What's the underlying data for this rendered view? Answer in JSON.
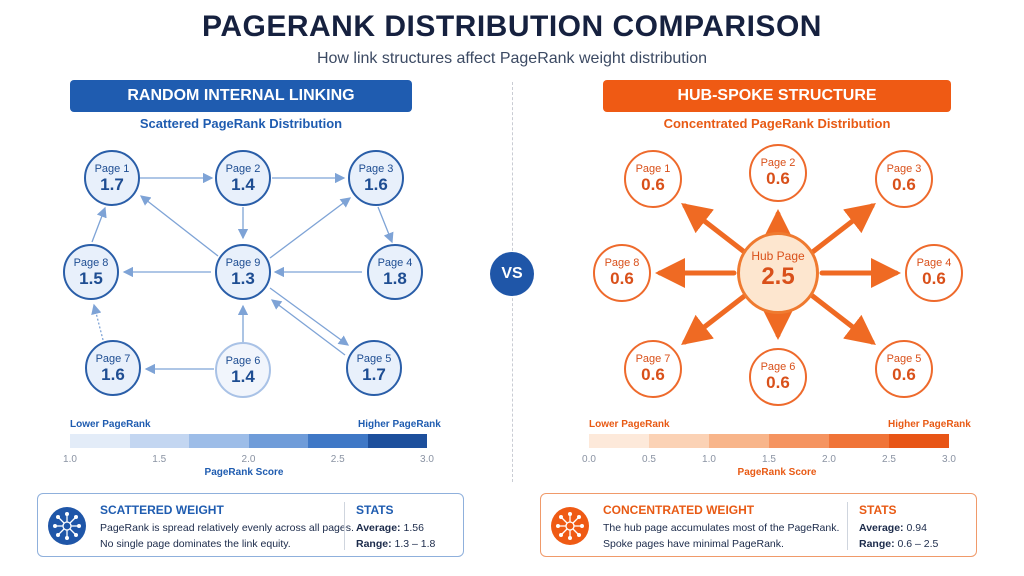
{
  "title": "PAGERANK DISTRIBUTION COMPARISON",
  "subtitle": "How link structures affect PageRank weight distribution",
  "vs_label": "VS",
  "left": {
    "banner": "RANDOM INTERNAL LINKING",
    "subtitle": "Scattered PageRank Distribution",
    "nodes": [
      {
        "label": "Page 1",
        "value": "1.7"
      },
      {
        "label": "Page 2",
        "value": "1.4"
      },
      {
        "label": "Page 3",
        "value": "1.6"
      },
      {
        "label": "Page 4",
        "value": "1.8"
      },
      {
        "label": "Page 5",
        "value": "1.7"
      },
      {
        "label": "Page 6",
        "value": "1.4"
      },
      {
        "label": "Page 7",
        "value": "1.6"
      },
      {
        "label": "Page 8",
        "value": "1.5"
      },
      {
        "label": "Page 9",
        "value": "1.3"
      }
    ],
    "scale": {
      "low_label": "Lower PageRank",
      "high_label": "Higher PageRank",
      "ticks": [
        "1.0",
        "1.5",
        "2.0",
        "2.5",
        "3.0"
      ],
      "title": "PageRank Score",
      "colors": [
        "#e3ecf8",
        "#c3d6f1",
        "#9dbde8",
        "#6f9cd9",
        "#3f78c6",
        "#1d4f9c"
      ]
    },
    "card": {
      "heading": "SCATTERED WEIGHT",
      "line1": "PageRank is spread relatively evenly across all pages.",
      "line2": "No single page dominates the link equity.",
      "stats_heading": "STATS",
      "average_label": "Average:",
      "average_value": "1.56",
      "range_label": "Range:",
      "range_value": "1.3 – 1.8"
    }
  },
  "right": {
    "banner": "HUB-SPOKE STRUCTURE",
    "subtitle": "Concentrated PageRank Distribution",
    "hub": {
      "label": "Hub Page",
      "value": "2.5"
    },
    "nodes": [
      {
        "label": "Page 1",
        "value": "0.6"
      },
      {
        "label": "Page 2",
        "value": "0.6"
      },
      {
        "label": "Page 3",
        "value": "0.6"
      },
      {
        "label": "Page 4",
        "value": "0.6"
      },
      {
        "label": "Page 5",
        "value": "0.6"
      },
      {
        "label": "Page 6",
        "value": "0.6"
      },
      {
        "label": "Page 7",
        "value": "0.6"
      },
      {
        "label": "Page 8",
        "value": "0.6"
      }
    ],
    "scale": {
      "low_label": "Lower PageRank",
      "high_label": "Higher PageRank",
      "ticks": [
        "0.0",
        "0.5",
        "1.0",
        "1.5",
        "2.0",
        "2.5",
        "3.0"
      ],
      "title": "PageRank Score",
      "colors": [
        "#fde9da",
        "#fbd2b5",
        "#f8b58a",
        "#f59460",
        "#f07438",
        "#e85516"
      ]
    },
    "card": {
      "heading": "CONCENTRATED WEIGHT",
      "line1": "The hub page accumulates most of the PageRank.",
      "line2": "Spoke pages have minimal PageRank.",
      "stats_heading": "STATS",
      "average_label": "Average:",
      "average_value": "0.94",
      "range_label": "Range:",
      "range_value": "0.6 – 2.5"
    }
  },
  "colors": {
    "blue_accent": "#1f5cb0",
    "orange_accent": "#ef5a14",
    "title": "#16213f"
  },
  "icons": {
    "left_card_icon": "network-icon",
    "right_card_icon": "network-icon"
  }
}
